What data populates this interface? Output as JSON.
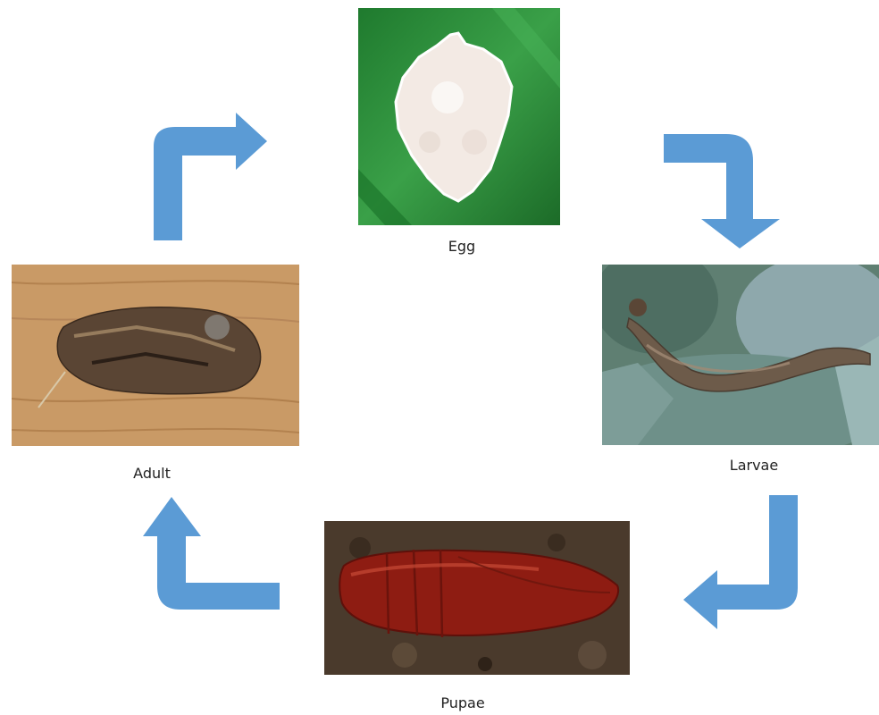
{
  "diagram": {
    "stages": [
      {
        "name": "egg",
        "label": "Egg"
      },
      {
        "name": "larvae",
        "label": "Larvae"
      },
      {
        "name": "pupae",
        "label": "Pupae"
      },
      {
        "name": "adult",
        "label": "Adult"
      }
    ],
    "colors": {
      "arrow": "#5b9bd5",
      "egg_bg": "#2e8b3a",
      "egg_mass": "#f4ece6",
      "wood": "#c99a66",
      "leaf": "#6f8e8c",
      "soil": "#4a3a2c",
      "pupa": "#8e1c12"
    }
  }
}
